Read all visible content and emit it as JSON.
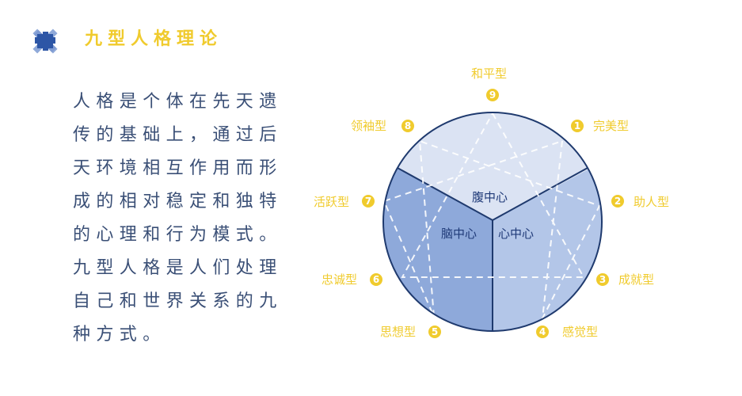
{
  "header": {
    "title": "九型人格理论",
    "logo_icon": "puzzle-cross-icon"
  },
  "body": {
    "lines": [
      "人格是个体在先天遗",
      "传的基础上，通过后",
      "天环境相互作用而形",
      "成的相对稳定和独特",
      "的心理和行为模式。",
      "九型人格是人们处理",
      "自己和世界关系的九",
      "种方式。"
    ]
  },
  "diagram": {
    "centers": {
      "gut": "腹中心",
      "head": "脑中心",
      "heart": "心中心"
    },
    "types": [
      {
        "num": "1",
        "label": "完美型"
      },
      {
        "num": "2",
        "label": "助人型"
      },
      {
        "num": "3",
        "label": "成就型"
      },
      {
        "num": "4",
        "label": "感觉型"
      },
      {
        "num": "5",
        "label": "思想型"
      },
      {
        "num": "6",
        "label": "忠诚型"
      },
      {
        "num": "7",
        "label": "活跃型"
      },
      {
        "num": "8",
        "label": "领袖型"
      },
      {
        "num": "9",
        "label": "和平型"
      }
    ],
    "colors": {
      "gut_fill": "#dbe3f3",
      "head_fill": "#8ea9da",
      "heart_fill": "#b3c6e8",
      "outline": "#1f3a6e",
      "accent": "#f0cb2d"
    }
  }
}
